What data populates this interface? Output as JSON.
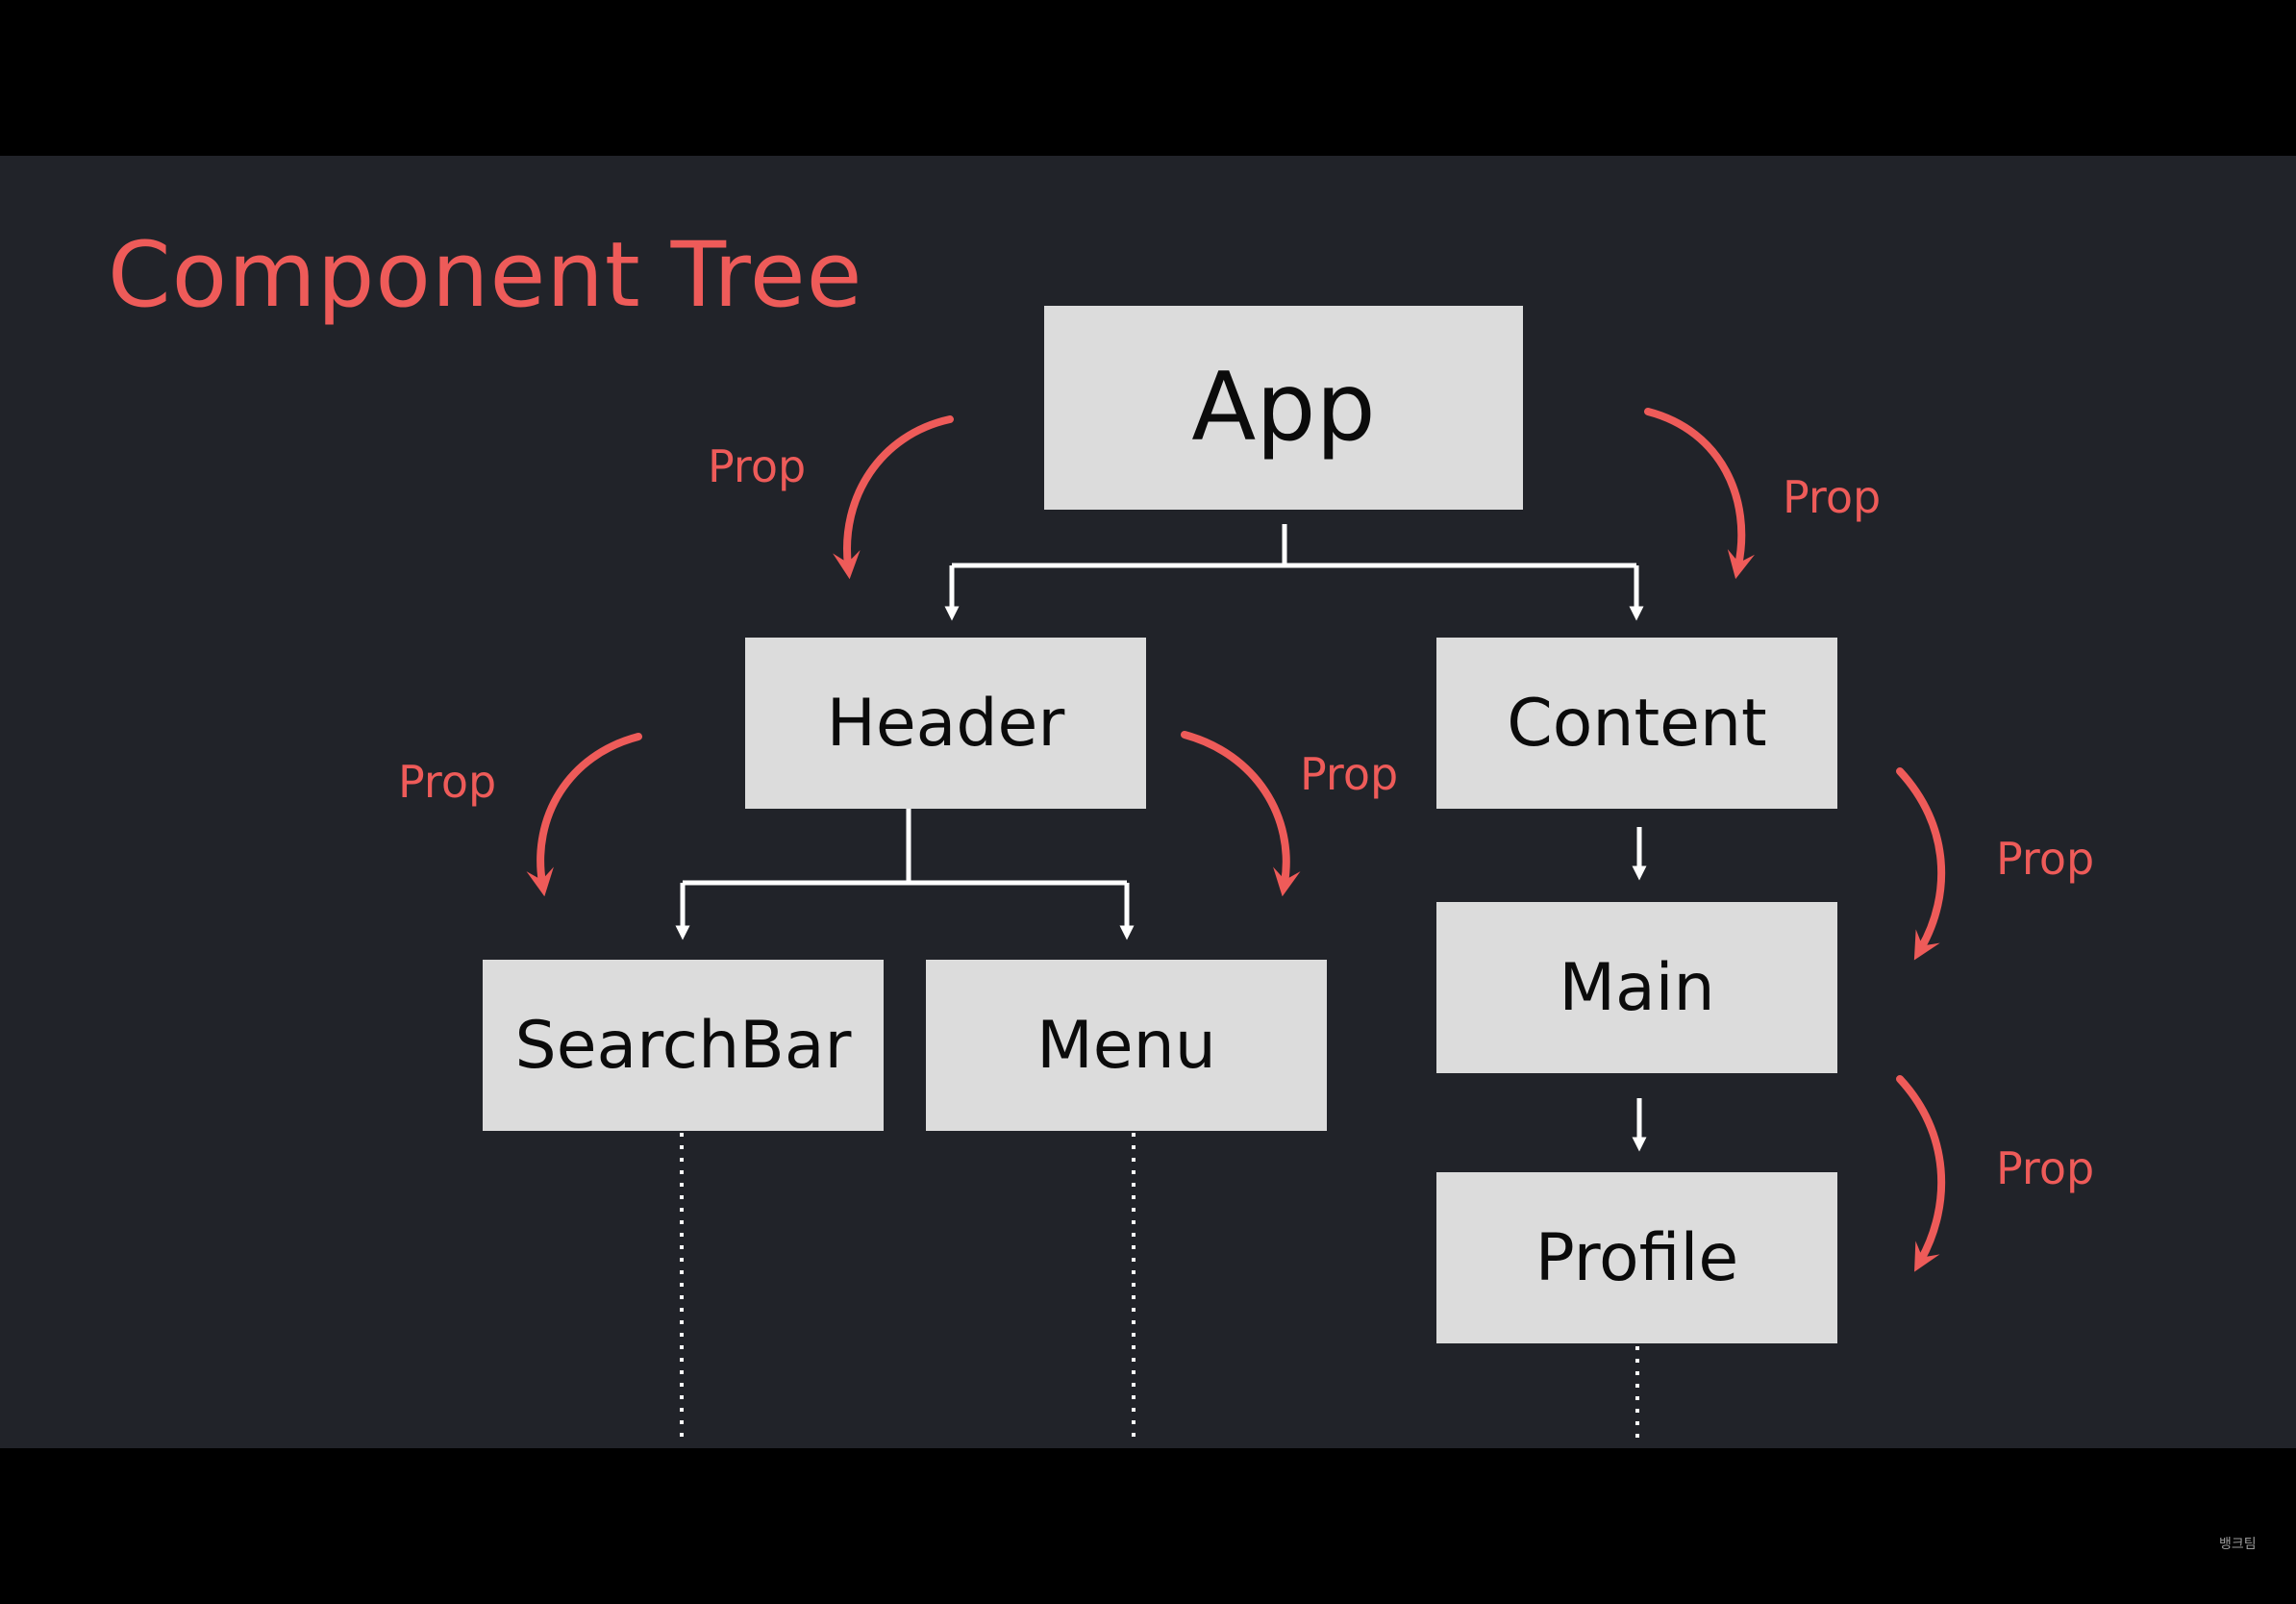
{
  "title": "Component Tree",
  "colors": {
    "background": "#212329",
    "letterbox": "#000000",
    "node_fill": "#dcdcdc",
    "node_text": "#0b0b0b",
    "accent": "#ee5b59",
    "connector": "#ffffff"
  },
  "nodes": {
    "app": "App",
    "header": "Header",
    "content": "Content",
    "searchbar": "SearchBar",
    "menu": "Menu",
    "main": "Main",
    "profile": "Profile"
  },
  "prop_labels": {
    "app_left": "Prop",
    "app_right": "Prop",
    "header_left": "Prop",
    "header_right": "Prop",
    "content_main": "Prop",
    "main_profile": "Prop"
  },
  "watermark": "뱅크팀"
}
